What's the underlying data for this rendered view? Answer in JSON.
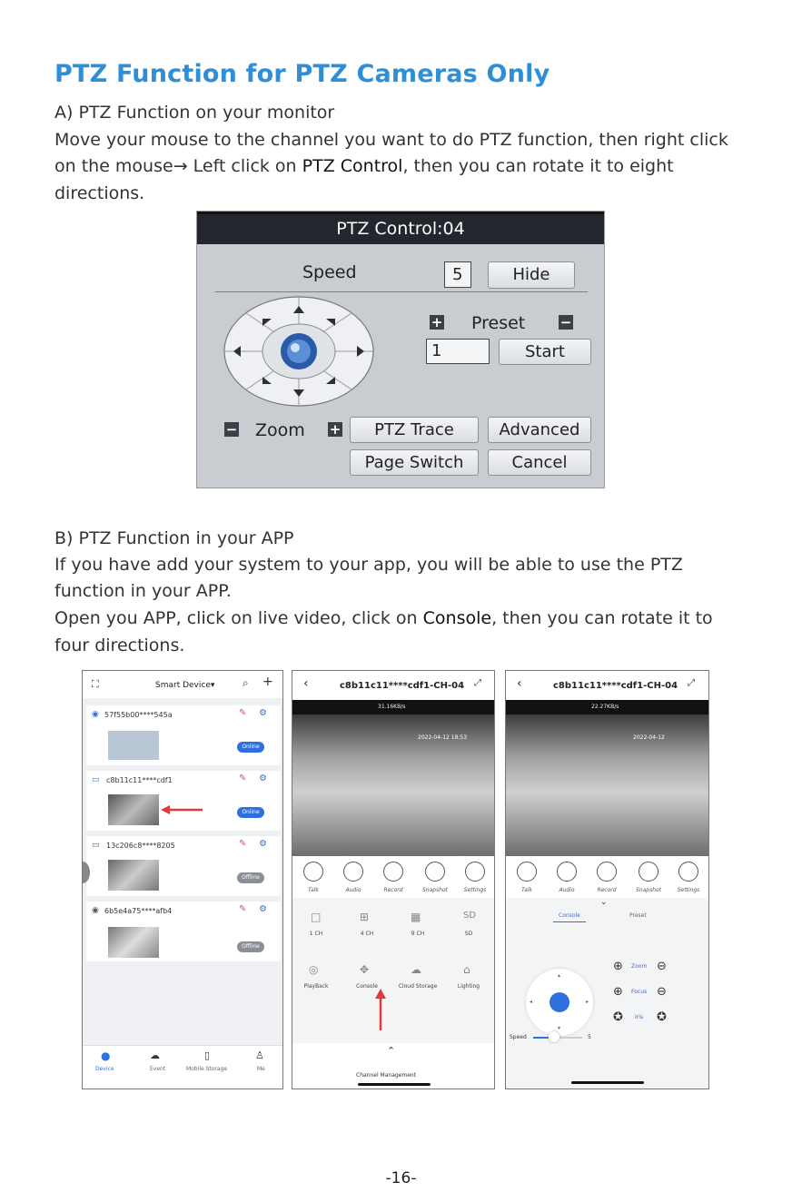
{
  "heading": "PTZ Function for PTZ Cameras Only",
  "section_a": {
    "title": "A) PTZ Function on your monitor",
    "line1": "Move your mouse to the channel you want to do PTZ function, then right click",
    "line2_pre": "on the mouse→ Left click on ",
    "line2_em": "PTZ Control",
    "line2_post": ", then you can rotate it to eight",
    "line3": "directions."
  },
  "dialog": {
    "title": "PTZ Control:04",
    "speed_label": "Speed",
    "speed_value": "5",
    "hide": "Hide",
    "preset_label": "Preset",
    "preset_value": "1",
    "start": "Start",
    "zoom_label": "Zoom",
    "ptz_trace": "PTZ Trace",
    "advanced": "Advanced",
    "page_switch": "Page Switch",
    "cancel": "Cancel",
    "plus": "+",
    "minus": "−"
  },
  "section_b": {
    "title": "B) PTZ Function in your APP",
    "line1": "If you have add your system to your app, you will be able to use the PTZ",
    "line2": "function in your APP.",
    "line3_pre": "Open you APP, click on live video, click on ",
    "line3_em": "Console",
    "line3_post": ", then you can rotate it to",
    "line4": "four directions."
  },
  "phone1": {
    "title": "Smart Device▾",
    "devices": [
      {
        "name": "57f55b00****545a",
        "status": "Online"
      },
      {
        "name": "c8b11c11****cdf1",
        "status": "Online"
      },
      {
        "name": "13c206c8****8205",
        "status": "Offline"
      },
      {
        "name": "6b5e4a75****afb4",
        "status": "Offline"
      }
    ],
    "tabs": [
      "Device",
      "Event",
      "Mobile Storage",
      "Me"
    ],
    "colors": {
      "online": "#2f6fe0",
      "offline": "#8a8f96"
    }
  },
  "phone2": {
    "title": "c8b11c11****cdf1-CH-04",
    "bitrate": "31.16KB/s",
    "timestamp": "2022-04-12 18:53",
    "icons": [
      "Talk",
      "Audio",
      "Record",
      "Snapshot",
      "Settings"
    ],
    "grid_row1": [
      "1 CH",
      "4 CH",
      "9 CH",
      "SD"
    ],
    "grid_row2": [
      "PlayBack",
      "Console",
      "Cloud Storage",
      "Lighting"
    ],
    "sd_glyph": "SD",
    "footer": "Channel Management"
  },
  "phone3": {
    "title": "c8b11c11****cdf1-CH-04",
    "bitrate": "22.27KB/s",
    "timestamp": "2022-04-12",
    "icons": [
      "Talk",
      "Audio",
      "Record",
      "Snapshot",
      "Settings"
    ],
    "tab_console": "Console",
    "tab_preset": "Preset",
    "zoom": "Zoom",
    "focus": "Focus",
    "iris": "Iris",
    "speed_label": "Speed",
    "speed_value": "5"
  },
  "page_number": "-16-"
}
